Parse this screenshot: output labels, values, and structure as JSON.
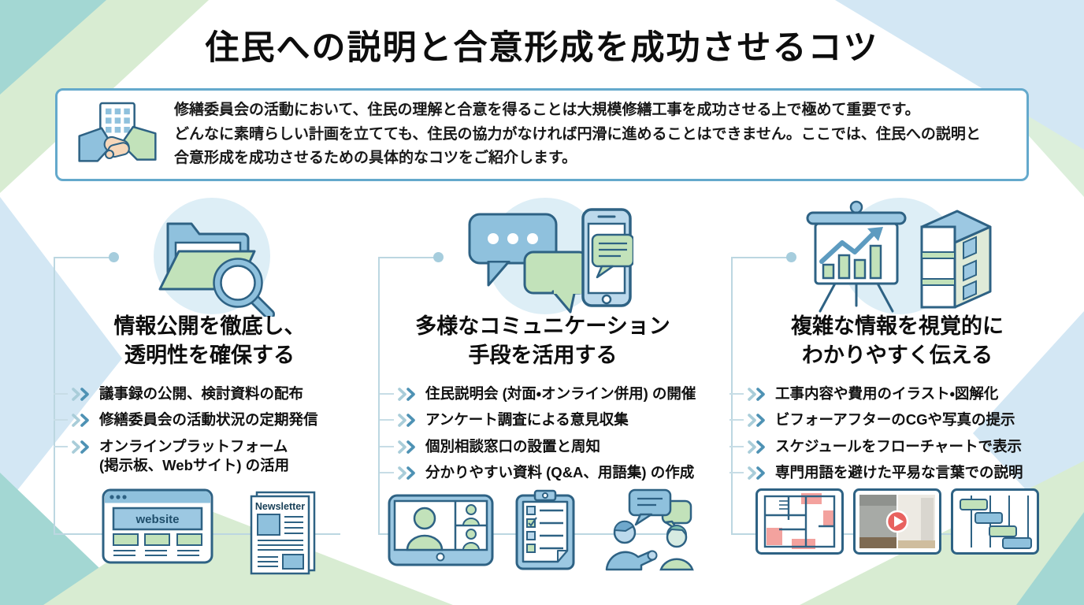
{
  "title": "住民への説明と合意形成を成功させるコツ",
  "intro": {
    "icon": "handshake-building-icon",
    "lines": [
      "修繕委員会の活動において、住民の理解と合意を得ることは大規模修繕工事を成功させる上で極めて重要です。",
      "どんなに素晴らしい計画を立てても、住民の協力がなければ円滑に進めることはできません。ここでは、住民への説明と",
      "合意形成を成功させるための具体的なコツをご紹介します。"
    ]
  },
  "columns": [
    {
      "id": "information-disclosure",
      "icon": "folder-magnifier-icon",
      "heading": {
        "line1": "情報公開を徹底し、",
        "line2": "透明性を確保する"
      },
      "bullets": [
        {
          "line1": "議事録の公開、検討資料の配布"
        },
        {
          "line1": "修繕委員会の活動状況の定期発信"
        },
        {
          "line1": "オンラインプラットフォーム",
          "line2": "(掲示板、Webサイト) の活用"
        }
      ],
      "illustrations": {
        "names": [
          "website-browser-illustration",
          "newsletter-illustration"
        ],
        "website_label": "website",
        "newsletter_label": "Newsletter"
      }
    },
    {
      "id": "diverse-communication",
      "icon": "chat-bubbles-smartphone-icon",
      "heading": {
        "line1": "多様なコミュニケーション",
        "line2": "手段を活用する"
      },
      "bullets": [
        {
          "line1": "住民説明会 (対面・オンライン併用) の開催"
        },
        {
          "line1": "アンケート調査による意見収集"
        },
        {
          "line1": "個別相談窓口の設置と周知"
        },
        {
          "line1": "分かりやすい資料 (Q&A、用語集) の作成"
        }
      ],
      "illustrations": {
        "names": [
          "video-call-tablet-illustration",
          "survey-clipboard-illustration",
          "people-talking-illustration"
        ]
      }
    },
    {
      "id": "visual-communication",
      "icon": "presentation-chart-building-icon",
      "heading": {
        "line1": "複雑な情報を視覚的に",
        "line2": "わかりやすく伝える"
      },
      "bullets": [
        {
          "line1": "工事内容や費用のイラスト・図解化"
        },
        {
          "line1": "ビフォーアフターのCGや写真の提示"
        },
        {
          "line1": "スケジュールをフローチャートで表示"
        },
        {
          "line1": "専門用語を避けた平易な言葉での説明"
        }
      ],
      "illustrations": {
        "names": [
          "floor-plan-illustration",
          "before-after-photo-illustration",
          "gantt-chart-illustration"
        ]
      }
    }
  ],
  "colors": {
    "outline_navy": "#2e6284",
    "blue_fill": "#8fc1dd",
    "light_blue_fill": "#bcd9ec",
    "green_fill": "#c2e2ba",
    "icon_circle_bg": "#ddeef6",
    "intro_border": "#64a9cc",
    "chevron_light": "#a9cdd9",
    "chevron_dark": "#4e92b4",
    "connector": "#bcd7e1",
    "deco_teal": "#a3d7d3",
    "deco_green": "#d8ecd2",
    "deco_blue": "#d3e7f4",
    "plan_highlight_red": "#f2928e",
    "play_button_red": "#e8625f"
  }
}
